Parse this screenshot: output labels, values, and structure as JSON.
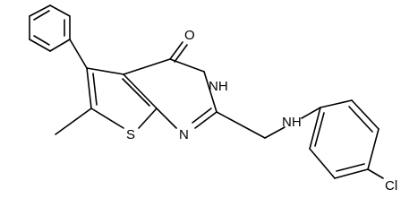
{
  "molecule": {
    "atoms": {
      "oxygen": "O",
      "ring_nh": "NH",
      "pyrimidine_n": "N",
      "sulfur": "S",
      "amine_nh": "NH",
      "chlorine": "Cl"
    }
  }
}
